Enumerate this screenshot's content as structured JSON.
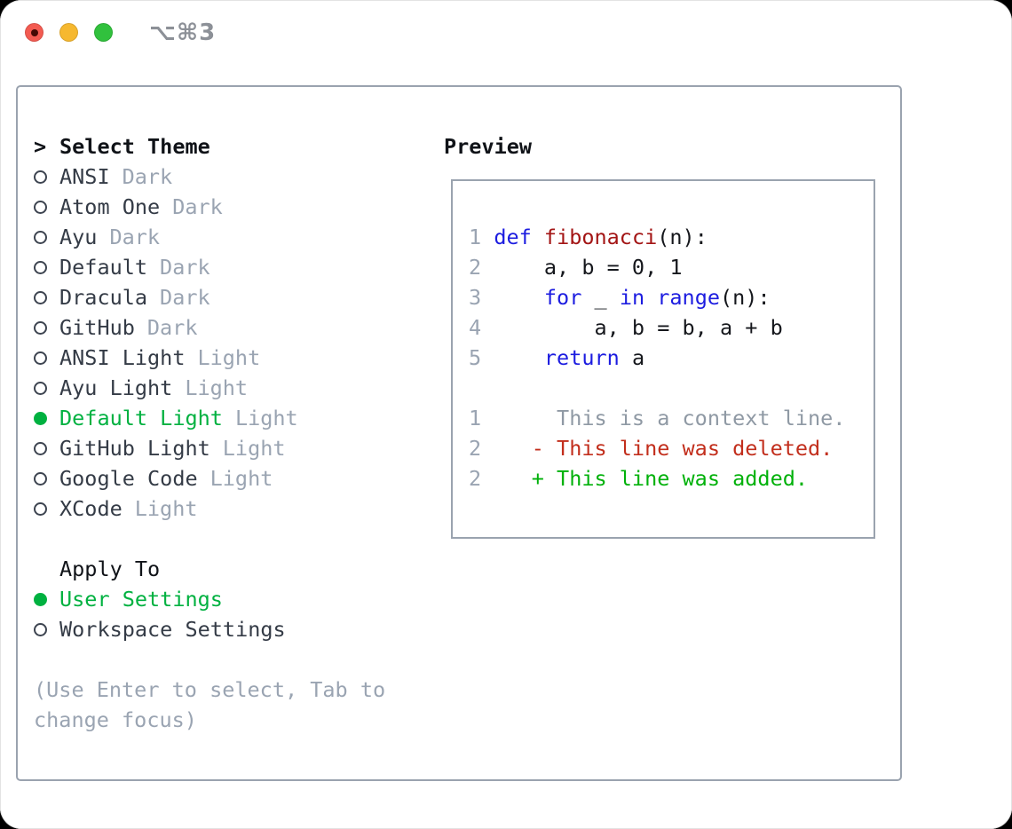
{
  "window": {
    "title": "⌥⌘3"
  },
  "theme_list": {
    "header_prefix": ">",
    "header": "Select Theme",
    "items": [
      {
        "name": "ANSI",
        "variant": "Dark",
        "selected": false
      },
      {
        "name": "Atom One",
        "variant": "Dark",
        "selected": false
      },
      {
        "name": "Ayu",
        "variant": "Dark",
        "selected": false
      },
      {
        "name": "Default",
        "variant": "Dark",
        "selected": false
      },
      {
        "name": "Dracula",
        "variant": "Dark",
        "selected": false
      },
      {
        "name": "GitHub",
        "variant": "Dark",
        "selected": false
      },
      {
        "name": "ANSI Light",
        "variant": "Light",
        "selected": false
      },
      {
        "name": "Ayu Light",
        "variant": "Light",
        "selected": false
      },
      {
        "name": "Default Light",
        "variant": "Light",
        "selected": true
      },
      {
        "name": "GitHub Light",
        "variant": "Light",
        "selected": false
      },
      {
        "name": "Google Code",
        "variant": "Light",
        "selected": false
      },
      {
        "name": "XCode",
        "variant": "Light",
        "selected": false
      }
    ]
  },
  "apply_to": {
    "header": "Apply To",
    "options": [
      {
        "label": "User Settings",
        "selected": true
      },
      {
        "label": "Workspace Settings",
        "selected": false
      }
    ]
  },
  "help_text": [
    "(Use Enter to select, Tab to",
    "change focus)"
  ],
  "preview": {
    "header": "Preview",
    "code_lines": [
      {
        "tokens": [
          {
            "t": "1",
            "c": "lineno"
          },
          {
            "t": " ",
            "c": "plain_code"
          },
          {
            "t": "def",
            "c": "keyword_blue"
          },
          {
            "t": " ",
            "c": "plain_code"
          },
          {
            "t": "fibonacci",
            "c": "function_red"
          },
          {
            "t": "(n):",
            "c": "plain_code"
          }
        ]
      },
      {
        "tokens": [
          {
            "t": "2",
            "c": "lineno"
          },
          {
            "t": "     a, b = 0, 1",
            "c": "plain_code"
          }
        ]
      },
      {
        "tokens": [
          {
            "t": "3",
            "c": "lineno"
          },
          {
            "t": "     ",
            "c": "plain_code"
          },
          {
            "t": "for",
            "c": "keyword_blue"
          },
          {
            "t": " _ ",
            "c": "plain_code"
          },
          {
            "t": "in",
            "c": "keyword_blue"
          },
          {
            "t": " ",
            "c": "plain_code"
          },
          {
            "t": "range",
            "c": "keyword_blue"
          },
          {
            "t": "(n):",
            "c": "plain_code"
          }
        ]
      },
      {
        "tokens": [
          {
            "t": "4",
            "c": "lineno"
          },
          {
            "t": "         a, b = b, a + b",
            "c": "plain_code"
          }
        ]
      },
      {
        "tokens": [
          {
            "t": "5",
            "c": "lineno"
          },
          {
            "t": "     ",
            "c": "plain_code"
          },
          {
            "t": "return",
            "c": "keyword_blue"
          },
          {
            "t": " a",
            "c": "plain_code"
          }
        ]
      }
    ],
    "diff_lines": [
      {
        "tokens": [
          {
            "t": "1",
            "c": "lineno"
          },
          {
            "t": "      This is a context line.",
            "c": "context_gray"
          }
        ]
      },
      {
        "tokens": [
          {
            "t": "2",
            "c": "lineno"
          },
          {
            "t": "    - This line was deleted.",
            "c": "deleted_red"
          }
        ]
      },
      {
        "tokens": [
          {
            "t": "2",
            "c": "lineno"
          },
          {
            "t": "    + This line was added.",
            "c": "added_green"
          }
        ]
      }
    ]
  },
  "colors": {
    "accent_green": "#00b140",
    "added_green": "#00b10a",
    "deleted_red": "#c22e1c",
    "keyword_blue": "#1c1ce0",
    "function_red": "#a31515",
    "plain_code": "#15171c",
    "lineno": "#9aa4b2",
    "context_gray": "#8f99a4",
    "muted": "#9aa4b2",
    "text_dark": "#343b46",
    "heading": "#101318",
    "border_gray": "#9aa3af",
    "radio_border": "#3d4450",
    "title_gray": "#8c9097",
    "traffic_red": "#f35b51",
    "traffic_red_dot": "#450a04",
    "traffic_yellow": "#f6b82f",
    "traffic_green": "#31c13d"
  }
}
